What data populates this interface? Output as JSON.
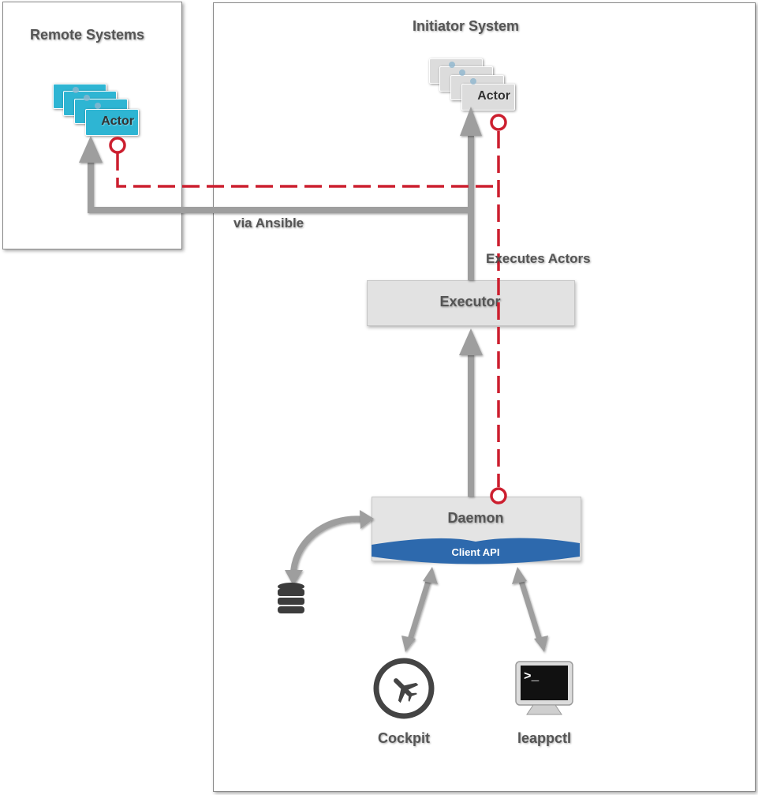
{
  "remote": {
    "title": "Remote Systems",
    "actor_label": "Actor"
  },
  "initiator": {
    "title": "Initiator System",
    "actor_label": "Actor"
  },
  "labels": {
    "via_ansible": "via Ansible",
    "executes_actors": "Executes Actors",
    "executor": "Executor",
    "daemon": "Daemon",
    "client_api": "Client API",
    "cockpit": "Cockpit",
    "leappctl": "leappctl"
  },
  "icons": {
    "database": "database-icon",
    "cockpit": "airplane-icon",
    "terminal": "terminal-icon",
    "actor": "gear-icon"
  },
  "colors": {
    "arrow": "#9e9e9e",
    "dashed_link": "#cc1f2f",
    "remote_actor": "#2eb5d3",
    "local_actor": "#dcdcdc",
    "client_api": "#2d69ad"
  }
}
